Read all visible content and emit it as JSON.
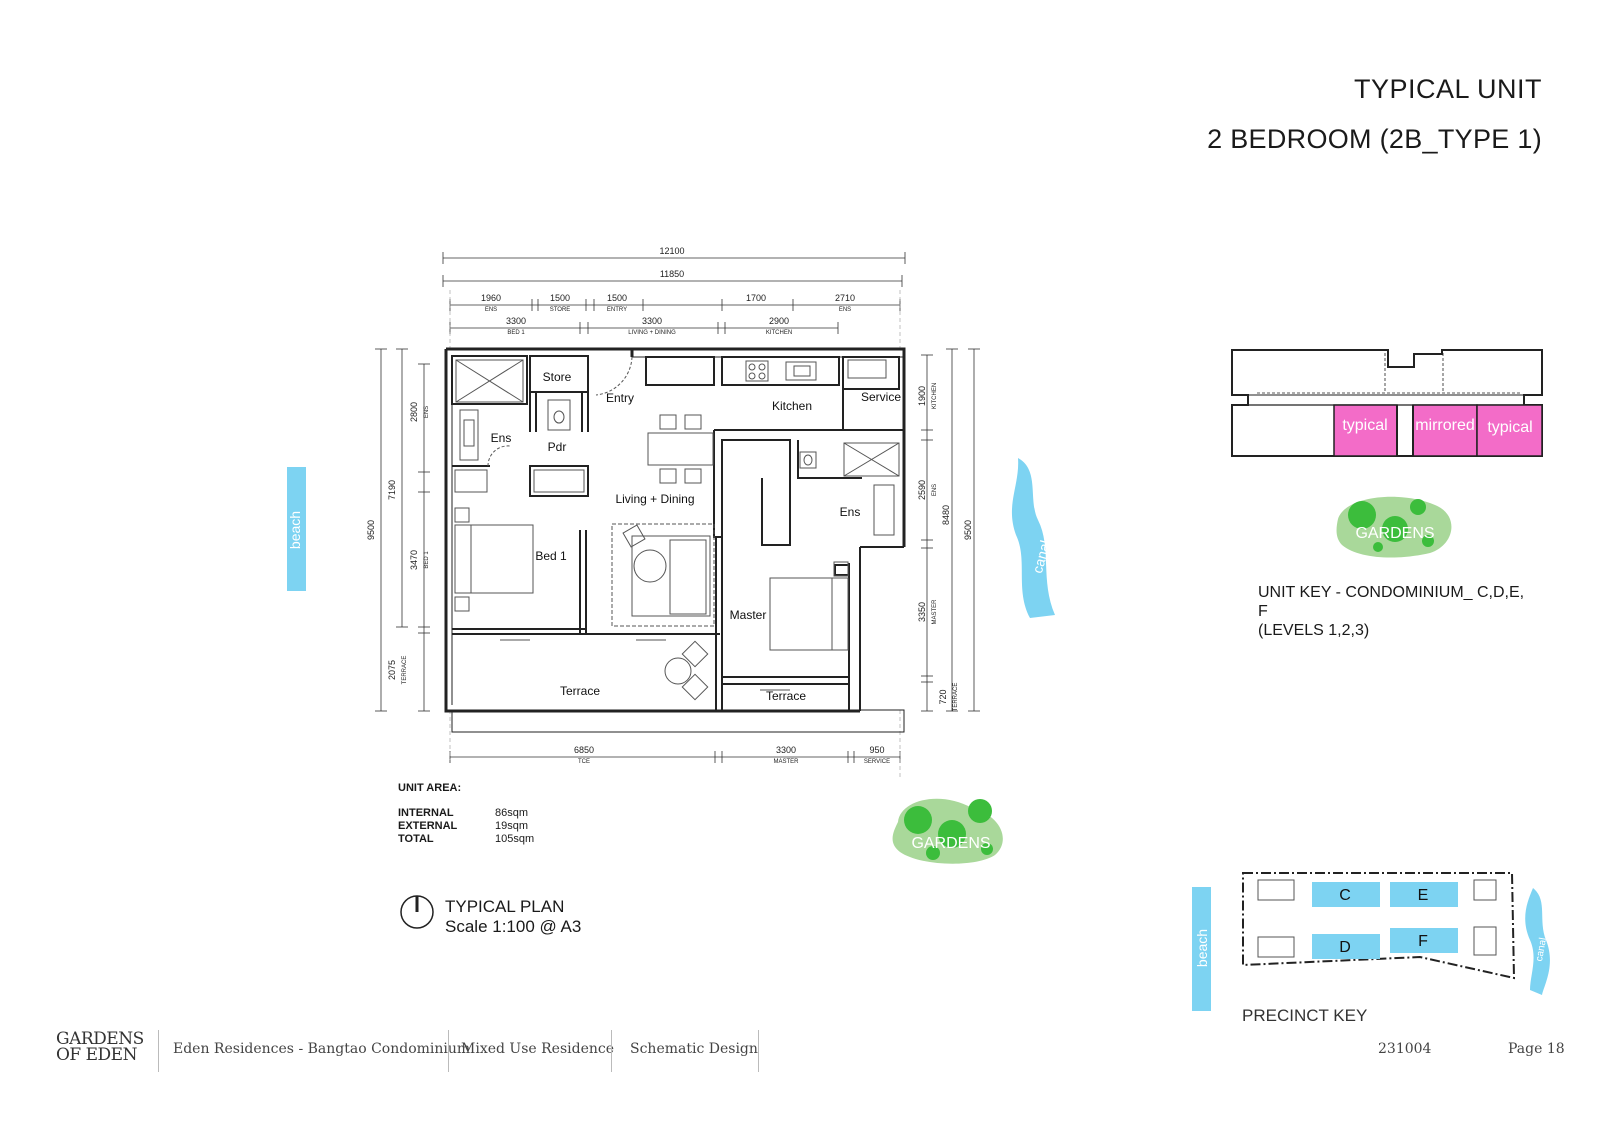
{
  "header": {
    "title": "TYPICAL UNIT",
    "subtitle": "2 BEDROOM (2B_TYPE 1)"
  },
  "plan": {
    "dims_top": {
      "overall_outer": "12100",
      "overall_inner": "11850",
      "ens_1": "1960",
      "ens_1_label": "ENS",
      "store": "1500",
      "store_label": "STORE",
      "entry": "1500",
      "entry_label": "ENTRY",
      "kitchen_a": "1700",
      "ens_2": "2710",
      "ens_2_label": "ENS",
      "bed1": "3300",
      "bed1_label": "BED 1",
      "living": "3300",
      "living_label": "LIVING + DINING",
      "kitchen": "2900",
      "kitchen_label": "KITCHEN"
    },
    "dims_left": {
      "total": "9500",
      "upper": "7190",
      "ens": "2800",
      "ens_label": "ENS",
      "bed1": "3470",
      "bed1_label": "BED 1",
      "terrace": "2075",
      "terrace_label": "TERRACE"
    },
    "dims_right": {
      "kitchen": "1900",
      "kitchen_label": "KITCHEN",
      "ens": "2590",
      "ens_label": "ENS",
      "master": "3350",
      "master_label": "MASTER",
      "terrace": "720",
      "terrace_label": "TERRACE",
      "inner_total": "8480",
      "total": "9500"
    },
    "dims_bottom": {
      "tce": "6850",
      "tce_label": "TCE",
      "master": "3300",
      "master_label": "MASTER",
      "service": "950",
      "service_label": "SERVICE"
    },
    "rooms": {
      "store": "Store",
      "entry": "Entry",
      "kitchen": "Kitchen",
      "service": "Service",
      "ens_left": "Ens",
      "pdr": "Pdr",
      "living": "Living + Dining",
      "bed1": "Bed 1",
      "ens_right": "Ens",
      "master": "Master",
      "terrace_left": "Terrace",
      "terrace_right": "Terrace"
    },
    "beach_label": "beach",
    "canal_label": "canal",
    "gardens_label": "GARDENS"
  },
  "unit_area": {
    "heading": "UNIT AREA:",
    "rows": [
      {
        "label": "INTERNAL",
        "value": "86sqm"
      },
      {
        "label": "EXTERNAL",
        "value": "19sqm"
      },
      {
        "label": "TOTAL",
        "value": "105sqm"
      }
    ]
  },
  "plan_label": {
    "title": "TYPICAL PLAN",
    "scale": "Scale 1:100 @ A3"
  },
  "unit_key": {
    "cells": [
      "typical",
      "mirrored",
      "typical"
    ],
    "gardens_label": "GARDENS",
    "caption_line1": "UNIT KEY - CONDOMINIUM_ C,D,E,",
    "caption_line2": "F",
    "caption_line3": "(LEVELS 1,2,3)"
  },
  "precinct_key": {
    "blocks": [
      "C",
      "E",
      "D",
      "F"
    ],
    "beach_label": "beach",
    "canal_label": "canal",
    "caption": "PRECINCT KEY"
  },
  "footer": {
    "logo_line1": "GARDENS",
    "logo_line2": "OF EDEN",
    "project": "Eden Residences - Bangtao Condominium",
    "type": "Mixed Use Residence",
    "stage": "Schematic Design",
    "date_code": "231004",
    "page": "Page 18"
  },
  "colors": {
    "water": "#7dd3f2",
    "highlight_pink": "#f36cc8",
    "garden_light": "#a9d89a",
    "garden_dark": "#3cbd3c",
    "wall": "#222222"
  }
}
